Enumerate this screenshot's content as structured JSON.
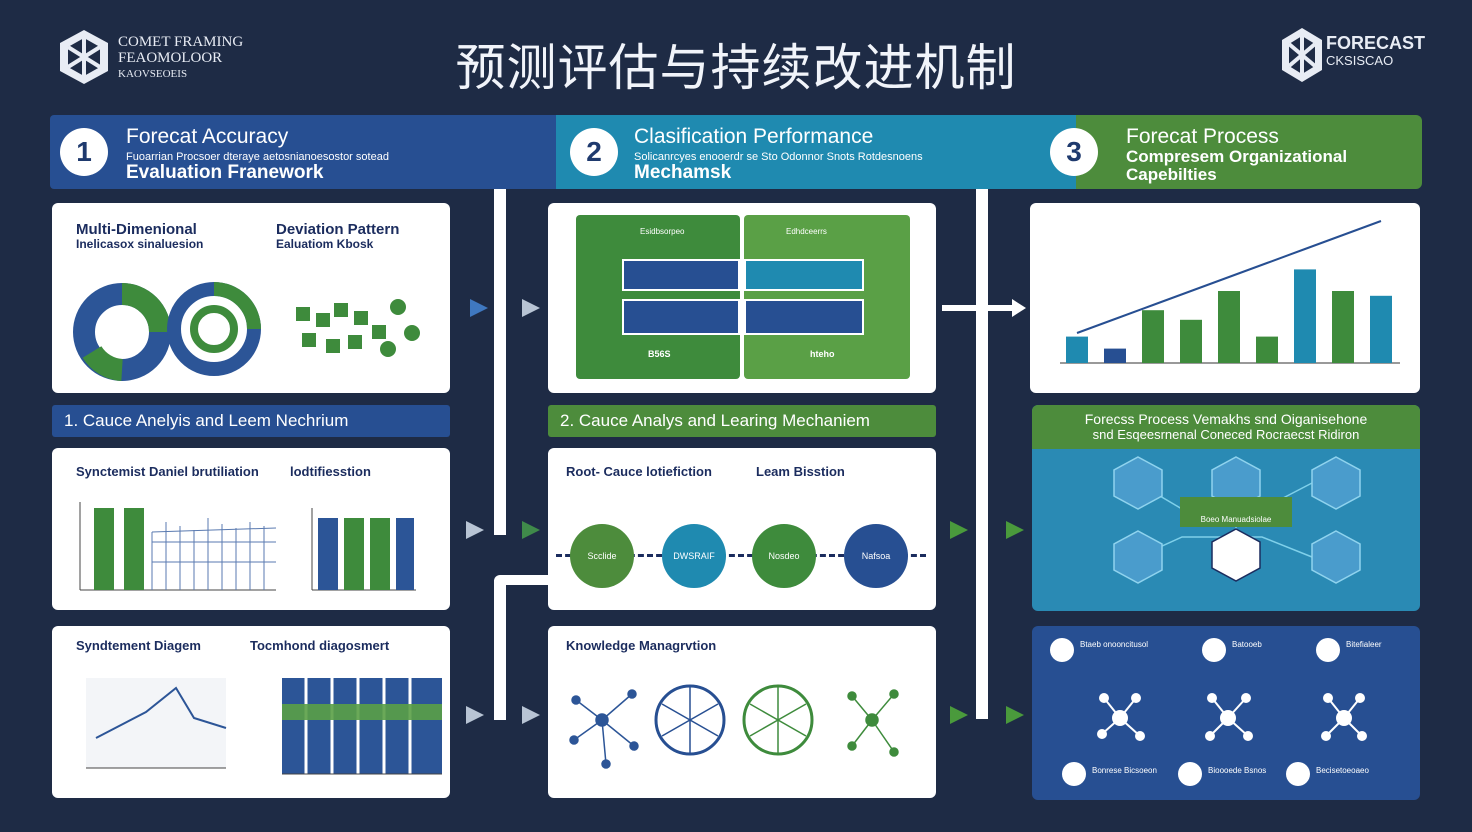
{
  "title": "预测评估与持续改进机制",
  "logo_left": {
    "line1": "COMET FRAMING",
    "line2": "FEAOMOLOOR",
    "line3": "KAOVSEOEIS"
  },
  "logo_right": {
    "line1": "FORECAST",
    "line2": "CKSISCAO"
  },
  "banner": [
    {
      "num": "1",
      "title": "Forecat Accuracy",
      "subtitle": "Fuoarrian Procsoer dteraye aetosnianoesostor sotead",
      "title2": "Evaluation Franework"
    },
    {
      "num": "2",
      "title": "Clasification Performance",
      "subtitle": "Solicanrcyes enooerdr se Sto Odonnor Snots Rotdesnoens",
      "title2": "Mechamsk"
    },
    {
      "num": "3",
      "title": "Forecat Process",
      "subtitle": "",
      "title2": "Compresem Organizational",
      "title3": "Capebilties"
    }
  ],
  "col1": {
    "card1": {
      "h1": "Multi-Dimenional",
      "h1b": "Inelicasox sinaluesion",
      "h2": "Deviation Pattern",
      "h2b": "Ealuatiom Kbosk"
    },
    "strip": "1. Cauce Anelyis and Leem Nechrium",
    "card2": {
      "h1": "Synctemist Daniel brutiliation",
      "h2": "lodtifiesstion"
    },
    "card3": {
      "h1": "Syndtement Diagem",
      "h2": "Tocmhond diagosmert"
    }
  },
  "col2": {
    "card1": {
      "lbl1": "Esidbsorpeo",
      "lbl2": "Edhdceerrs",
      "foot1": "B56S",
      "foot2": "hteho"
    },
    "strip": "2. Cauce Analys and Learing Mechaniem",
    "card2": {
      "h1": "Root- Cauce lotiefiction",
      "h2": "Leam Bisstion",
      "nodes": [
        "Scclide",
        "DWSRAIF",
        "Nosdeo",
        "Nafsoa"
      ]
    },
    "card3": {
      "h1": "Knowledge Managrvtion"
    }
  },
  "col3": {
    "chart_data": {
      "type": "bar",
      "categories": [
        "",
        "",
        "",
        "",
        "",
        "",
        "",
        "",
        ""
      ],
      "series": [
        {
          "values": [
            22,
            12,
            44,
            36,
            60,
            22,
            78,
            60,
            56
          ]
        }
      ],
      "title": "",
      "xlabel": "",
      "ylabel": "",
      "ylim": [
        0,
        100
      ]
    },
    "strip": "Forecss Process Vemakhs snd Oiganisehone",
    "strip2": "snd Esqeesrnenal Coneced Rocraecst Ridiron",
    "hub": "Boeo Manuadsiolae",
    "card3": {
      "items": [
        "Btaeb onooncitusol",
        "Batooeb",
        "Bitefialeer",
        "Bonrese Bicsoeon",
        "Bioooede Bsnos",
        "Becisetoeoaeo"
      ]
    }
  }
}
